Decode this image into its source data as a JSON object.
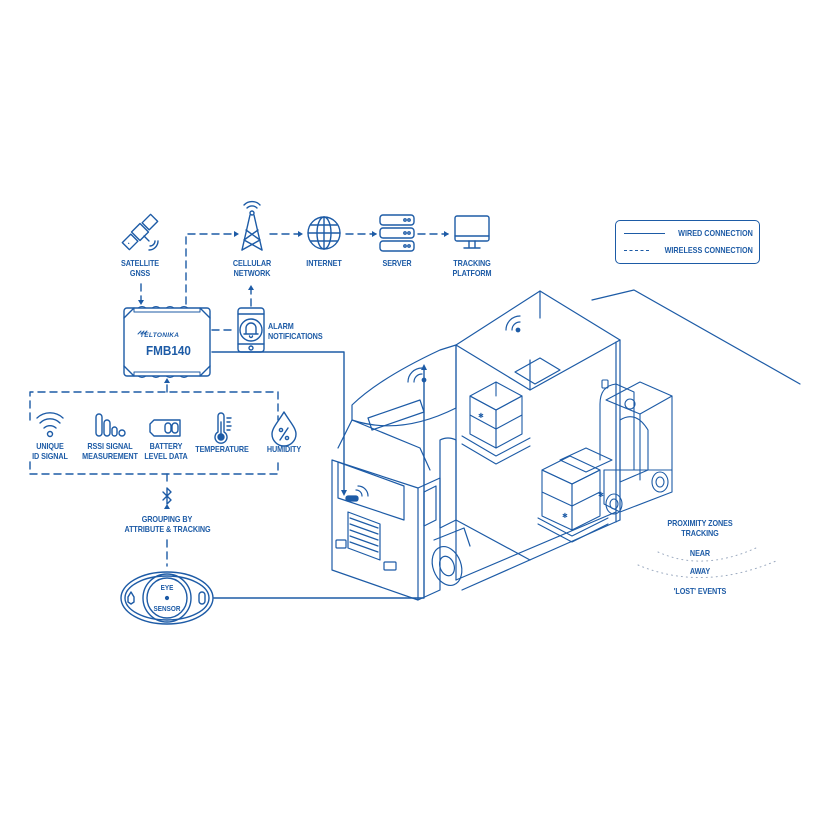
{
  "colors": {
    "primary": "#1d5ba6",
    "background": "#ffffff"
  },
  "legend": {
    "items": [
      {
        "line": "solid",
        "label": "WIRED CONNECTION"
      },
      {
        "line": "dashed",
        "label": "WIRELESS CONNECTION"
      }
    ]
  },
  "top_row": [
    {
      "id": "satellite",
      "icon": "satellite-icon",
      "lines": [
        "SATELLITE",
        "GNSS"
      ]
    },
    {
      "id": "cellular",
      "icon": "cell-tower-icon",
      "lines": [
        "CELLULAR",
        "NETWORK"
      ]
    },
    {
      "id": "internet",
      "icon": "globe-icon",
      "lines": [
        "INTERNET"
      ]
    },
    {
      "id": "server",
      "icon": "server-icon",
      "lines": [
        "SERVER"
      ]
    },
    {
      "id": "platform",
      "icon": "monitor-icon",
      "lines": [
        "TRACKING",
        "PLATFORM"
      ]
    }
  ],
  "device": {
    "brand": "TELTONIKA",
    "model": "FMB140"
  },
  "alarm": {
    "icon": "phone-bell-icon",
    "lines": [
      "ALARM",
      "NOTIFICATIONS"
    ]
  },
  "sensor_data": [
    {
      "id": "unique-id",
      "icon": "wifi-signal-icon",
      "lines": [
        "UNIQUE",
        "ID SIGNAL"
      ]
    },
    {
      "id": "rssi",
      "icon": "rssi-bars-icon",
      "lines": [
        "RSSI SIGNAL",
        "MEASUREMENT"
      ]
    },
    {
      "id": "battery",
      "icon": "battery-icon",
      "lines": [
        "BATTERY",
        "LEVEL DATA"
      ]
    },
    {
      "id": "temperature",
      "icon": "thermometer-icon",
      "lines": [
        "TEMPERATURE"
      ]
    },
    {
      "id": "humidity",
      "icon": "humidity-drop-icon",
      "lines": [
        "HUMIDITY"
      ]
    }
  ],
  "bluetooth": {
    "icon": "bluetooth-icon",
    "lines": [
      "GROUPING BY",
      "ATTRIBUTE & TRACKING"
    ]
  },
  "eye_sensor": {
    "top": "EYE",
    "bottom": "SENSOR"
  },
  "proximity": {
    "title_lines": [
      "PROXIMITY ZONES",
      "TRACKING"
    ],
    "zones": [
      "NEAR",
      "AWAY",
      "'LOST' EVENTS"
    ]
  }
}
